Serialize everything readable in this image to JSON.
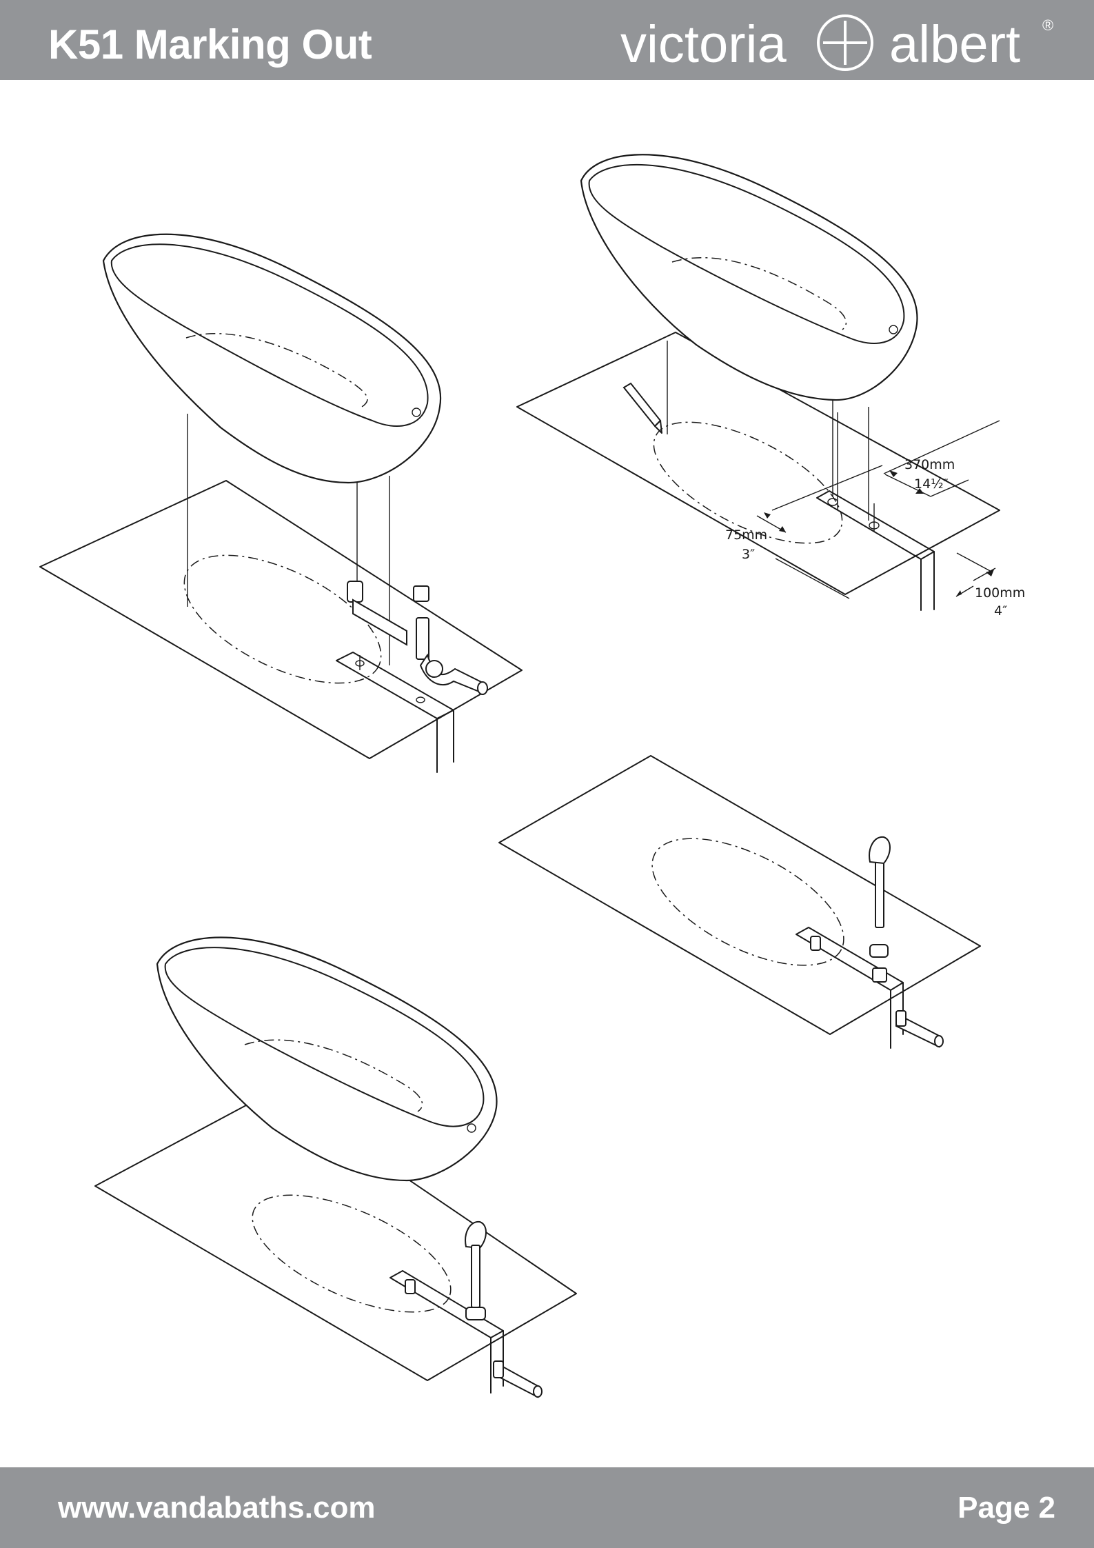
{
  "header": {
    "title": "K51 Marking Out",
    "brand": {
      "word_left": "victoria",
      "word_right": "albert",
      "registered_mark": "®"
    }
  },
  "dimensions": {
    "length_mm": "370mm",
    "length_in": "14½″",
    "offset_mm": "75mm",
    "offset_in": "3″",
    "depth_mm": "100mm",
    "depth_in": "4″"
  },
  "footer": {
    "url": "www.vandabaths.com",
    "page_label": "Page 2"
  },
  "colors": {
    "band": "#939598",
    "band_text": "#ffffff",
    "line": "#1a1a1a"
  }
}
